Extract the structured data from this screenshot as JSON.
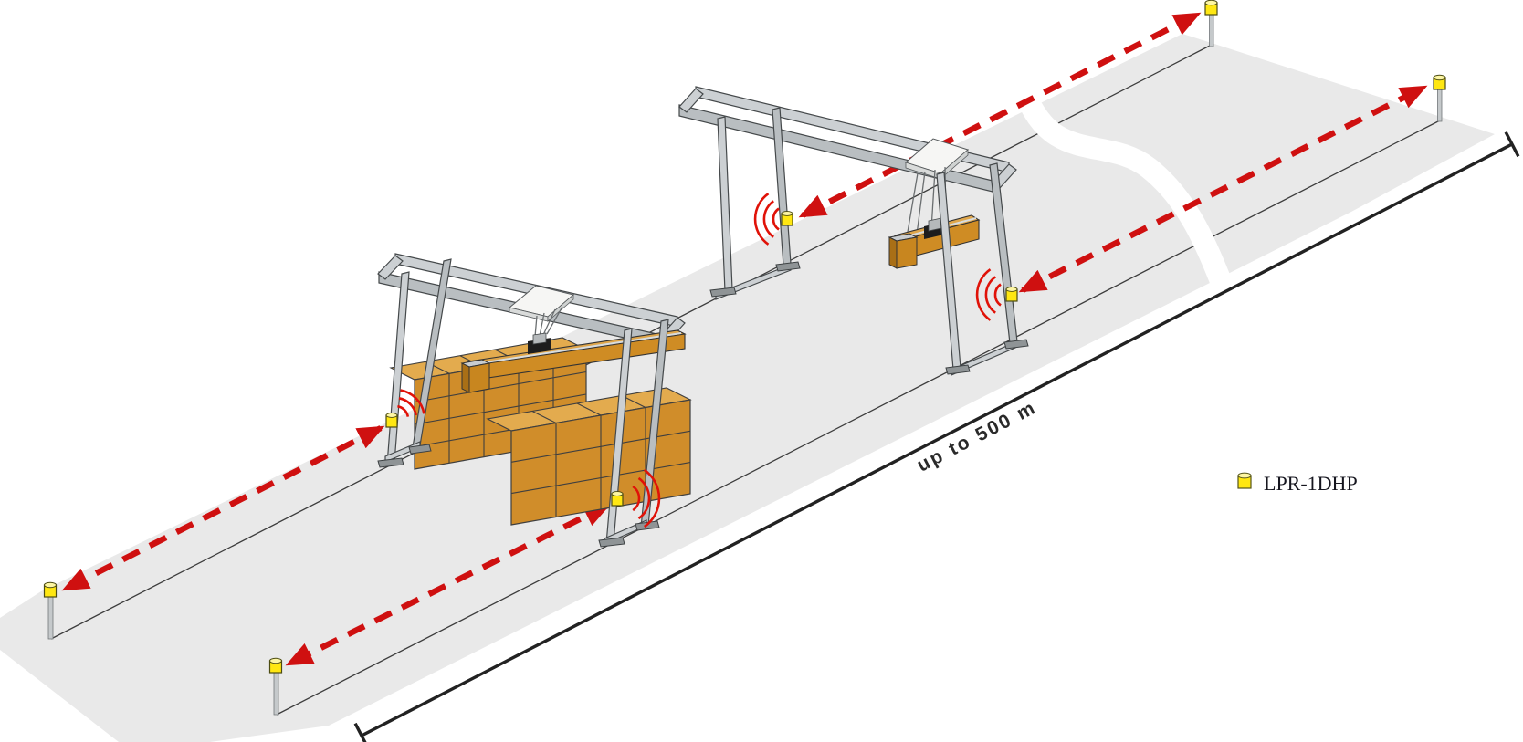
{
  "diagram": {
    "type": "isometric-positioning-illustration",
    "dimension": {
      "label": "up to 500 m"
    },
    "legend": {
      "label": "LPR-1DHP",
      "icon": "lpr-sensor-cylinder-icon"
    },
    "colors": {
      "ground": "#e9e9e9",
      "signal_red": "#cf1010",
      "sensor_yellow": "#ffe712",
      "cargo_orange": "#d08d2a",
      "steel_gray": "#ccd0d3",
      "dimension_line": "#222222"
    },
    "components": {
      "gantry_cranes": 2,
      "reference_posts": 4,
      "crane_mounted_sensors": 4,
      "measurement_paths": 4
    }
  }
}
